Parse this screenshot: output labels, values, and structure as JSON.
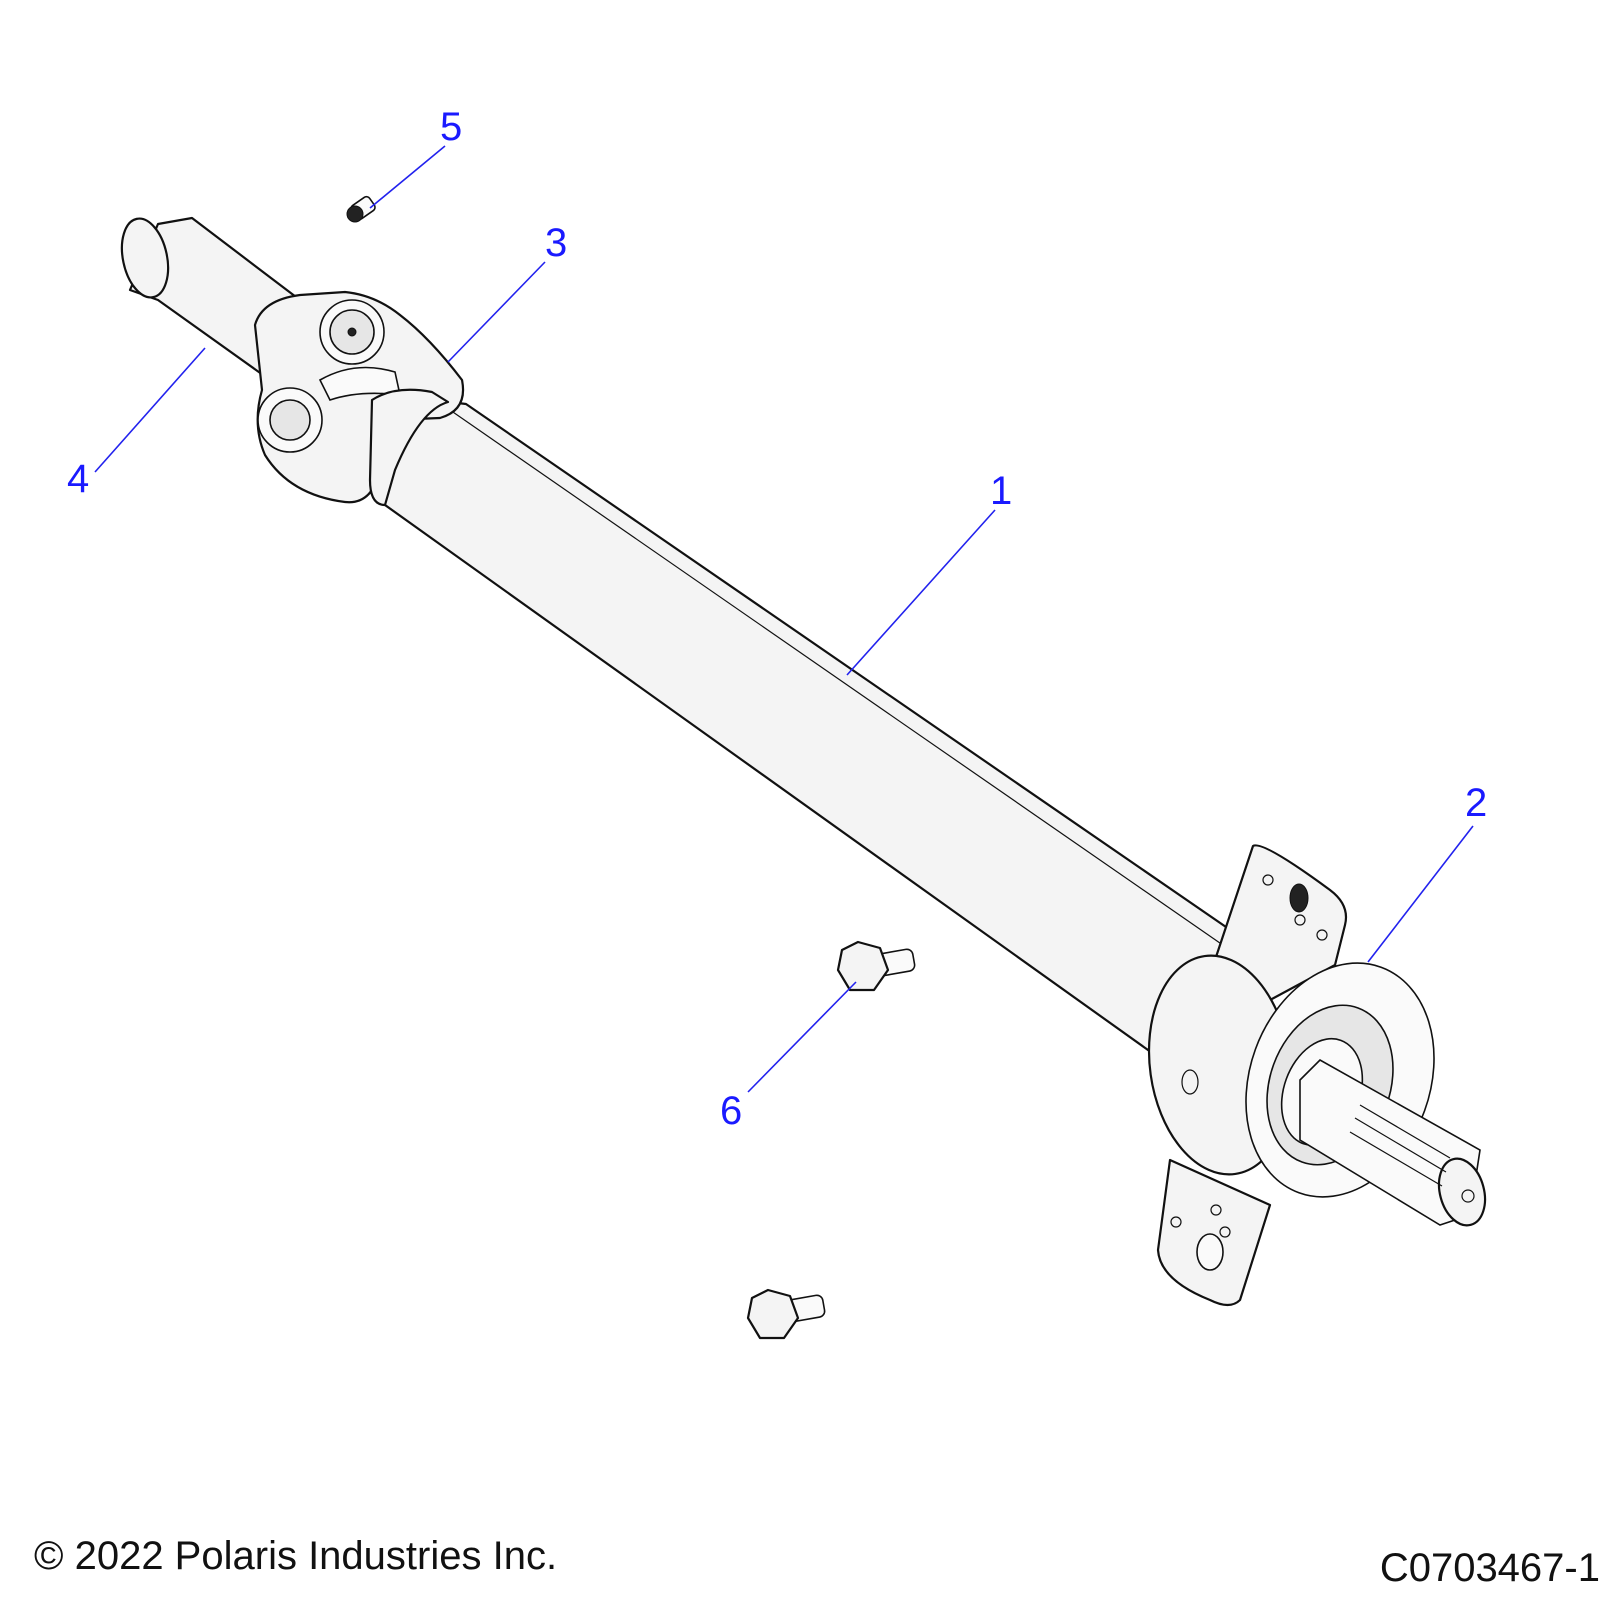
{
  "callouts": [
    {
      "id": "1",
      "label": "1",
      "part": "driveshaft-tube"
    },
    {
      "id": "2",
      "label": "2",
      "part": "carrier-bearing"
    },
    {
      "id": "3",
      "label": "3",
      "part": "u-joint"
    },
    {
      "id": "4",
      "label": "4",
      "part": "slip-yoke"
    },
    {
      "id": "5",
      "label": "5",
      "part": "grease-fitting"
    },
    {
      "id": "6",
      "label": "6",
      "part": "flange-bolt"
    }
  ],
  "footer": {
    "copyright": "© 2022 Polaris Industries Inc.",
    "drawing_number": "C0703467-1"
  },
  "colors": {
    "callout": "#1a1aff",
    "line_art": "#111111",
    "background": "#ffffff"
  }
}
